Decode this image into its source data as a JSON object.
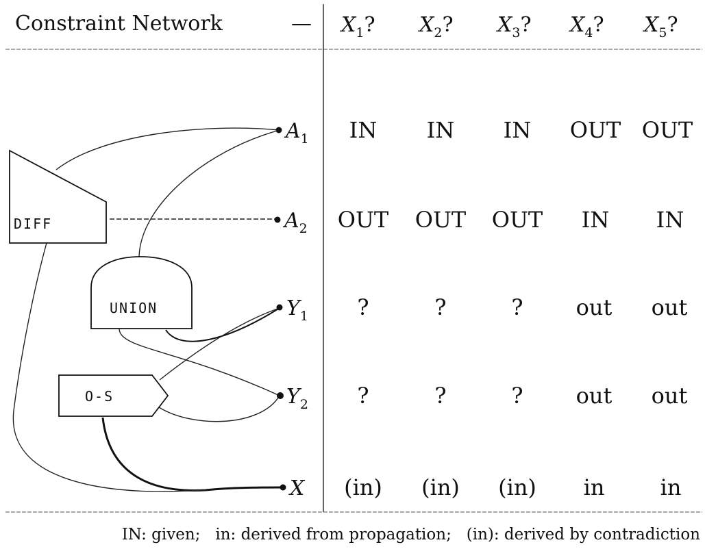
{
  "header": {
    "title": "Constraint Network",
    "dash": "—",
    "columns": [
      {
        "var": "X",
        "sub": "1",
        "mark": "?"
      },
      {
        "var": "X",
        "sub": "2",
        "mark": "?"
      },
      {
        "var": "X",
        "sub": "3",
        "mark": "?"
      },
      {
        "var": "X",
        "sub": "4",
        "mark": "?"
      },
      {
        "var": "X",
        "sub": "5",
        "mark": "?"
      }
    ]
  },
  "nodes": [
    {
      "var": "A",
      "sub": "1"
    },
    {
      "var": "A",
      "sub": "2"
    },
    {
      "var": "Y",
      "sub": "1"
    },
    {
      "var": "Y",
      "sub": "2"
    },
    {
      "var": "X",
      "sub": ""
    }
  ],
  "boxes": {
    "diff": "DIFF",
    "union": "UNION",
    "os": "O-S"
  },
  "rows": [
    [
      "IN",
      "IN",
      "IN",
      "OUT",
      "OUT"
    ],
    [
      "OUT",
      "OUT",
      "OUT",
      "IN",
      "IN"
    ],
    [
      "?",
      "?",
      "?",
      "out",
      "out"
    ],
    [
      "?",
      "?",
      "?",
      "out",
      "out"
    ],
    [
      "(in)",
      "(in)",
      "(in)",
      "in",
      "in"
    ]
  ],
  "legend": "IN: given;   in: derived from propagation;   (in): derived by contradiction"
}
